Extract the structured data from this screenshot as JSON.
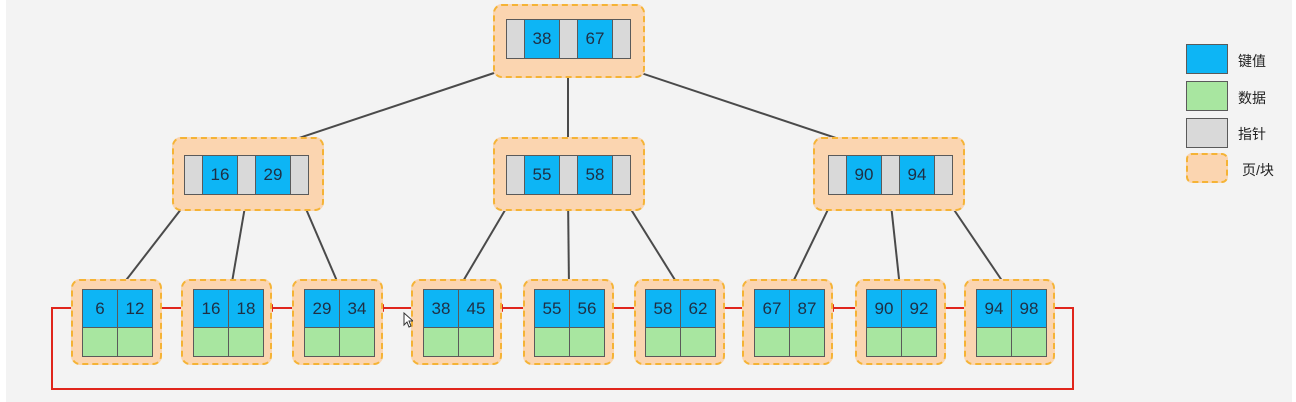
{
  "tree": {
    "root": {
      "keys": [
        "38",
        "67"
      ]
    },
    "internal": [
      {
        "keys": [
          "16",
          "29"
        ]
      },
      {
        "keys": [
          "55",
          "58"
        ]
      },
      {
        "keys": [
          "90",
          "94"
        ]
      }
    ],
    "leaves": [
      {
        "keys": [
          "6",
          "12"
        ]
      },
      {
        "keys": [
          "16",
          "18"
        ]
      },
      {
        "keys": [
          "29",
          "34"
        ]
      },
      {
        "keys": [
          "38",
          "45"
        ]
      },
      {
        "keys": [
          "55",
          "56"
        ]
      },
      {
        "keys": [
          "58",
          "62"
        ]
      },
      {
        "keys": [
          "67",
          "87"
        ]
      },
      {
        "keys": [
          "90",
          "92"
        ]
      },
      {
        "keys": [
          "94",
          "98"
        ]
      }
    ]
  },
  "legend": {
    "key_label": "键值",
    "data_label": "数据",
    "pointer_label": "指针",
    "page_label": "页/块"
  },
  "colors": {
    "key": "#0db5f5",
    "data": "#a8e6a0",
    "pointer": "#d9d9d9",
    "page_fill": "#fbd5b0",
    "page_border": "#f5b335",
    "tree_edge": "#4a4a4a",
    "leaf_link": "#e0251b"
  }
}
